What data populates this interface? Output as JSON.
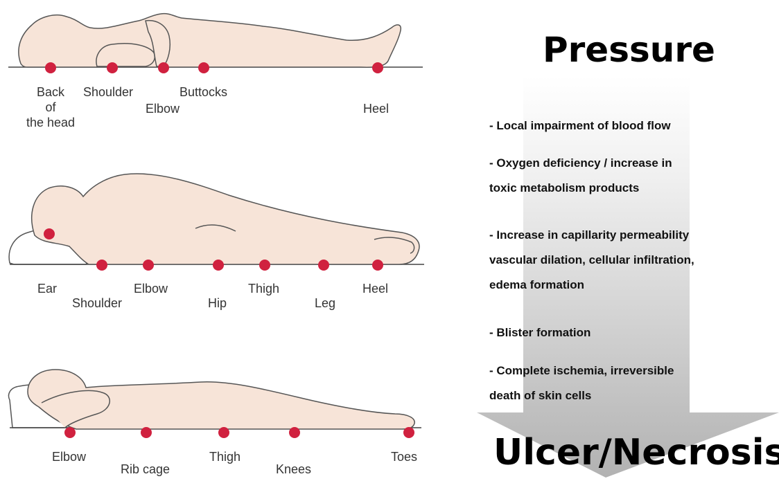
{
  "colors": {
    "body_fill": "#f7e4d8",
    "body_stroke": "#555555",
    "dot": "#d0213f",
    "arrow_light": "#ffffff",
    "arrow_dark": "#b4b4b4"
  },
  "positions": [
    {
      "name": "supine",
      "labels": [
        "Back of the head",
        "Shoulder",
        "Elbow",
        "Buttocks",
        "Heel"
      ]
    },
    {
      "name": "side-lying",
      "labels": [
        "Ear",
        "Shoulder",
        "Elbow",
        "Hip",
        "Thigh",
        "Leg",
        "Heel"
      ]
    },
    {
      "name": "prone",
      "labels": [
        "Elbow",
        "Rib cage",
        "Thigh",
        "Knees",
        "Toes"
      ]
    }
  ],
  "label_lines": {
    "back_of_head": [
      "Back",
      "of",
      "the head"
    ]
  },
  "process": {
    "top": "Pressure",
    "bottom": "Ulcer/Necrosis",
    "steps": [
      [
        "- Local impairment of blood flow"
      ],
      [
        "- Oxygen deficiency / increase in",
        "toxic metabolism products"
      ],
      [
        "- Increase in capillarity permeability",
        "vascular dilation, cellular infiltration,",
        "edema formation"
      ],
      [
        "- Blister formation"
      ],
      [
        "- Complete ischemia, irreversible",
        "death of skin cells"
      ]
    ]
  }
}
